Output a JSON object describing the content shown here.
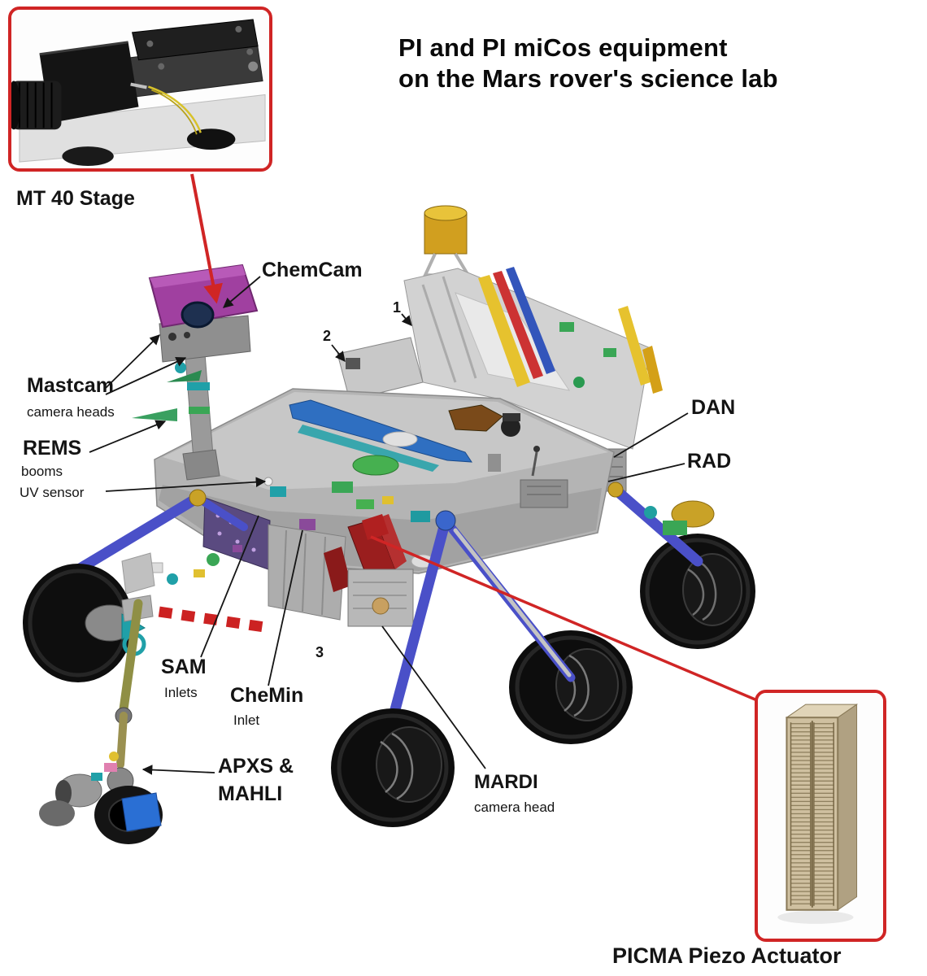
{
  "title": {
    "line1": "PI and PI miCos equipment",
    "line2": "on the Mars rover's science lab"
  },
  "insets": {
    "mt40": {
      "caption": "MT 40 Stage"
    },
    "picma": {
      "caption": "PICMA Piezo Actuator"
    }
  },
  "callouts": {
    "chemcam": {
      "label": "ChemCam"
    },
    "mastcam": {
      "label": "Mastcam",
      "sub": "camera heads"
    },
    "rems": {
      "label": "REMS",
      "sub1": "booms",
      "sub2": "UV sensor"
    },
    "dan": {
      "label": "DAN"
    },
    "rad": {
      "label": "RAD"
    },
    "sam": {
      "label": "SAM",
      "sub": "Inlets"
    },
    "chemin": {
      "label": "CheMin",
      "sub": "Inlet"
    },
    "apxs_mahli": {
      "line1": "APXS &",
      "line2": "MAHLI"
    },
    "mardi": {
      "label": "MARDI",
      "sub": "camera head"
    }
  },
  "markers": {
    "n1": "1",
    "n2": "2",
    "n3": "3"
  },
  "colors": {
    "callout_red": "#d02525",
    "text": "#141414",
    "chemcam_purple": "#a040a0",
    "suspension_blue": "#4a50c8",
    "stripe_yellow": "#e6c22e",
    "stripe_red": "#cc3333"
  }
}
